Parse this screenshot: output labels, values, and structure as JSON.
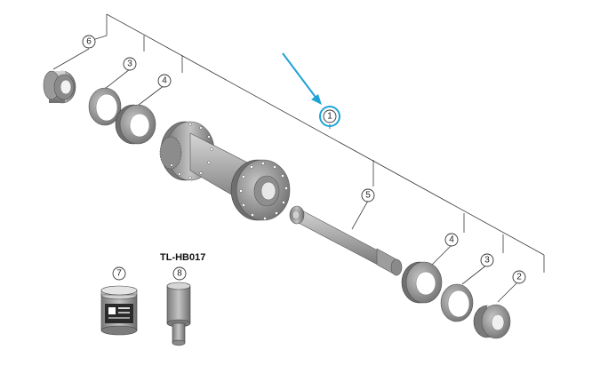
{
  "diagram": {
    "tool_code": "TL-HB017",
    "highlight_color": "#1fa3d6",
    "callouts": [
      "1",
      "2",
      "3",
      "3",
      "4",
      "4",
      "5",
      "6",
      "7",
      "8"
    ]
  }
}
